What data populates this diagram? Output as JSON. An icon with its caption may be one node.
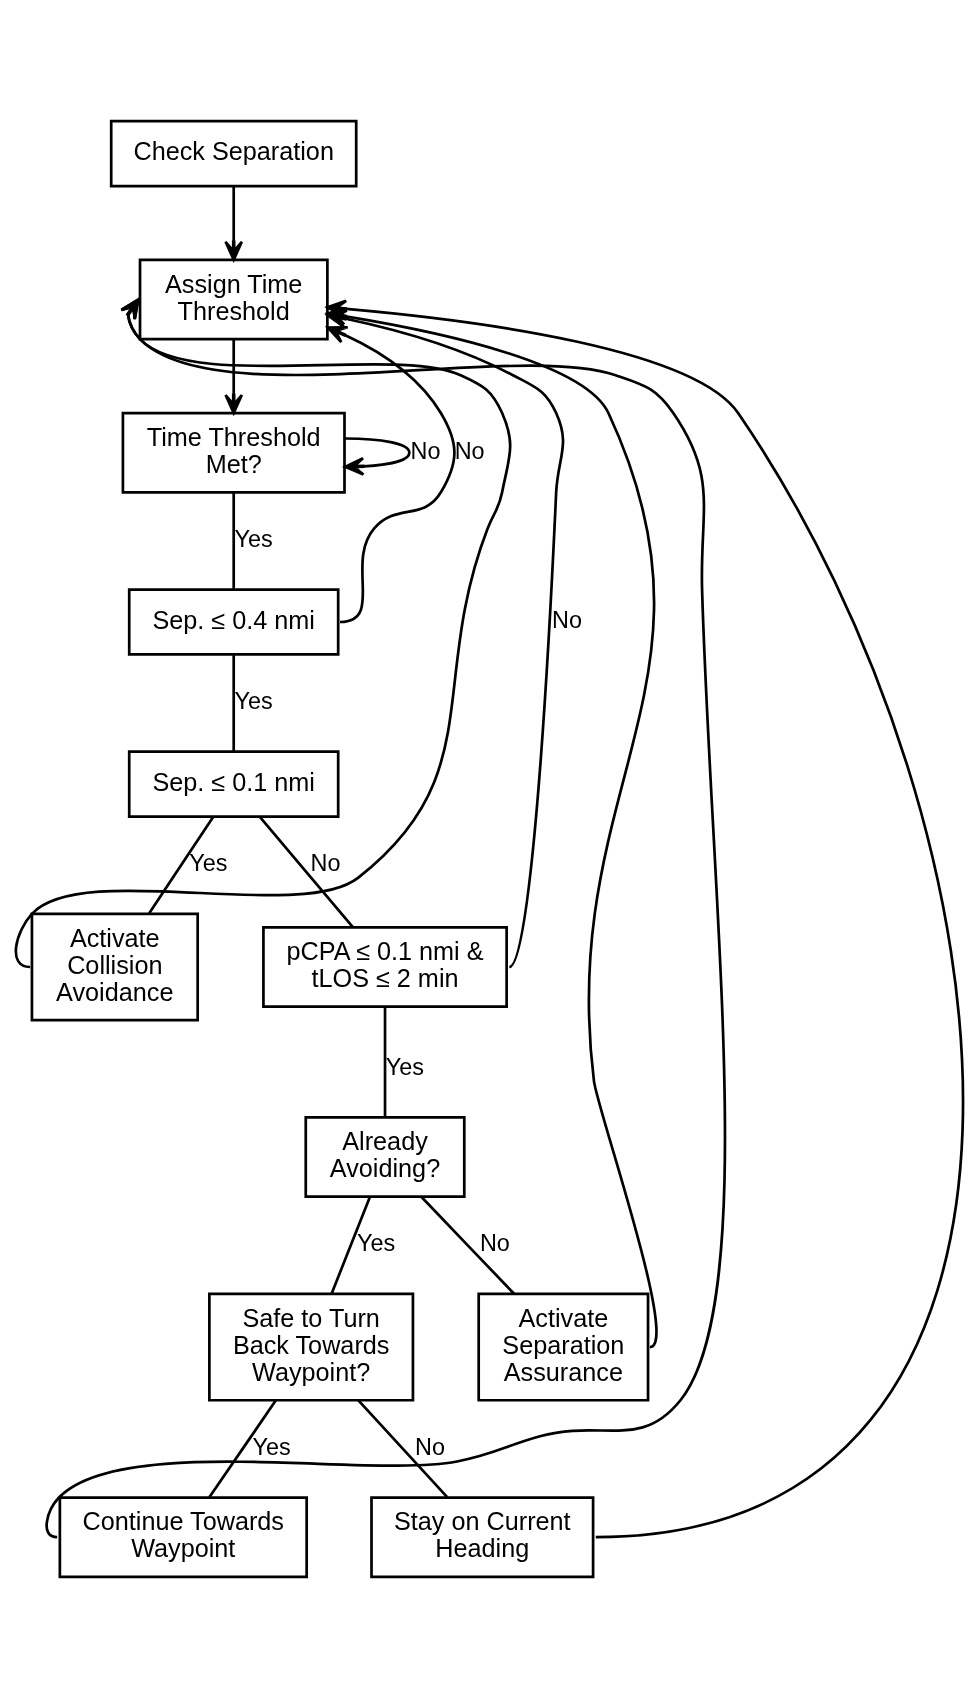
{
  "diagram": {
    "nodes": [
      {
        "text": [
          "Check Separation"
        ]
      },
      {
        "text": [
          "Assign Time Threshold"
        ]
      },
      {
        "text": [
          "Time Threshold Met?"
        ]
      },
      {
        "text": [
          "Sep. ≤ 0.4 nmi"
        ]
      },
      {
        "text": [
          "Sep. ≤ 0.1 nmi"
        ]
      },
      {
        "text": [
          "Activate Collision Avoidance"
        ]
      },
      {
        "text": [
          "pCPA ≤ 0.1 nmi & tLOS ≤ 2 min"
        ]
      },
      {
        "text": [
          "Already Avoiding?"
        ]
      },
      {
        "text": [
          "Safe to Turn Back Towards Waypoint?"
        ]
      },
      {
        "text": [
          "Activate Separation Assurance"
        ]
      },
      {
        "text": [
          "Continue Towards Waypoint"
        ]
      },
      {
        "text": [
          "Stay on Current Heading"
        ]
      }
    ],
    "edges": [
      {
        "from": 0,
        "to": 1,
        "arrow": "to"
      },
      {
        "from": 1,
        "to": 2,
        "arrow": "to"
      },
      {
        "from": 2,
        "to": 3,
        "arrow": "none",
        "label": "Yes"
      },
      {
        "from": 2,
        "to": 2,
        "arrow": "to",
        "label": "No"
      },
      {
        "from": 3,
        "to": 4,
        "arrow": "none",
        "label": "Yes"
      },
      {
        "from": 3,
        "to": 1,
        "arrow": "to",
        "label": "No"
      },
      {
        "from": 4,
        "to": 5,
        "arrow": "none",
        "label": "Yes"
      },
      {
        "from": 4,
        "to": 6,
        "arrow": "none",
        "label": "No"
      },
      {
        "from": 5,
        "to": 1,
        "arrow": "to"
      },
      {
        "from": 6,
        "to": 7,
        "arrow": "none",
        "label": "Yes"
      },
      {
        "from": 6,
        "to": 1,
        "arrow": "to",
        "label": "No"
      },
      {
        "from": 7,
        "to": 8,
        "arrow": "none",
        "label": "Yes"
      },
      {
        "from": 7,
        "to": 9,
        "arrow": "none",
        "label": "No"
      },
      {
        "from": 9,
        "to": 1,
        "arrow": "to"
      },
      {
        "from": 8,
        "to": 10,
        "arrow": "none",
        "label": "Yes"
      },
      {
        "from": 8,
        "to": 11,
        "arrow": "none",
        "label": "No"
      },
      {
        "from": 10,
        "to": 1,
        "arrow": "to"
      },
      {
        "from": 11,
        "to": 1,
        "arrow": "to"
      }
    ]
  }
}
